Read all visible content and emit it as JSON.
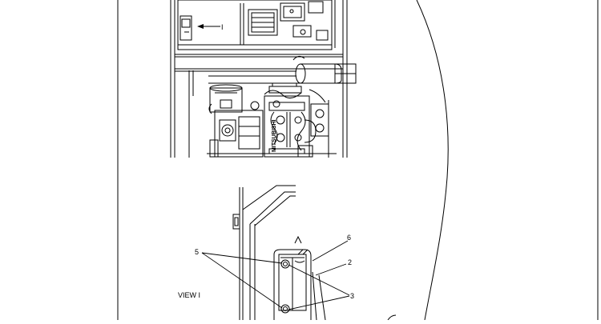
{
  "drawing": {
    "view_arrow_label": "I",
    "view_title": "VIEW I",
    "engine_block_marking": "MITSUBISHI",
    "callouts": {
      "c6": "6",
      "c2": "2",
      "c5": "5",
      "c3": "3"
    }
  }
}
